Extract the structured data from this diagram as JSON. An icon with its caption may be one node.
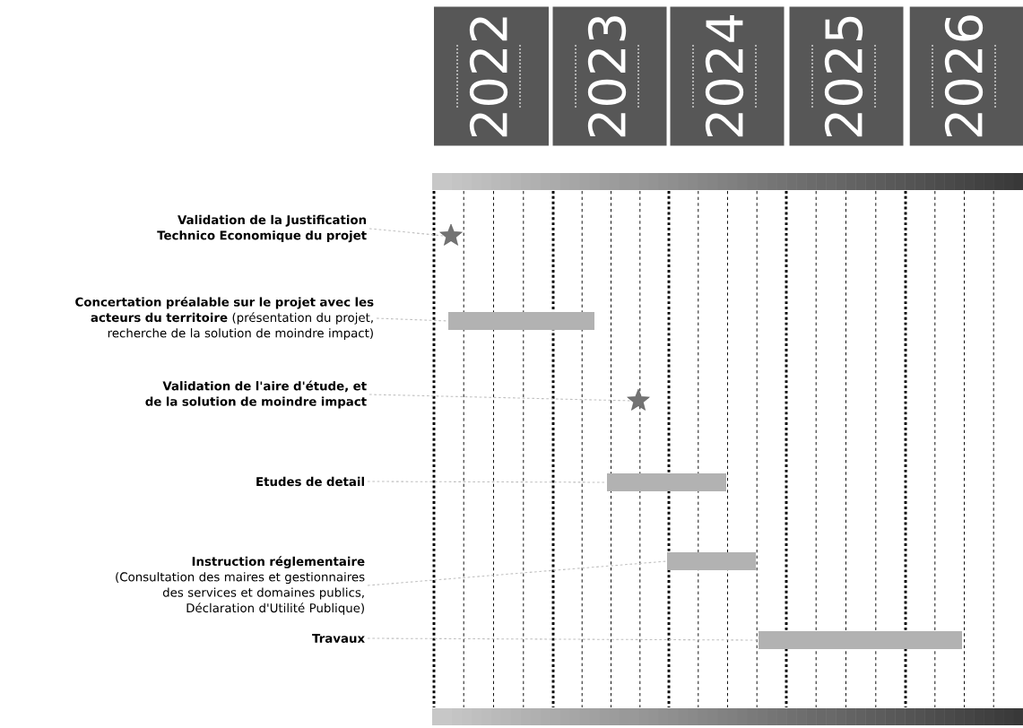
{
  "diagram": {
    "nodes": [
      {
        "text": [
          "2022"
        ]
      },
      {
        "text": [
          "2023"
        ]
      },
      {
        "text": [
          "2024"
        ]
      },
      {
        "text": [
          "2025"
        ]
      },
      {
        "text": [
          "2026"
        ]
      },
      {
        "text": [
          "Validation de la Justification Technico Economique du projet"
        ]
      },
      {
        "text": [
          "**Concertation préalable sur le projet avec les acteurs du territoire** (présentation du projet, recherche de la solution de moindre impact)"
        ]
      },
      {
        "text": [
          "Validation de l'aire d'étude, et de la solution de moindre impact"
        ]
      },
      {
        "text": [
          "Etudes de detail"
        ]
      },
      {
        "text": [
          "Instruction réglementaire",
          "(Consultation des maires et gestionnaires des services et domaines publics, Déclaration d'Utilité Publique)"
        ]
      },
      {
        "text": [
          "Travaux"
        ]
      },
      {
        "text": [],
        "shape": "star"
      },
      {
        "text": [],
        "shape": "bar"
      },
      {
        "text": [],
        "shape": "star"
      },
      {
        "text": [],
        "shape": "bar"
      },
      {
        "text": [],
        "shape": "bar"
      },
      {
        "text": [],
        "shape": "bar"
      }
    ],
    "edges": [
      {
        "from": 5,
        "to": 11,
        "arrow": "none"
      },
      {
        "from": 6,
        "to": 12,
        "arrow": "none"
      },
      {
        "from": 7,
        "to": 13,
        "arrow": "none"
      },
      {
        "from": 8,
        "to": 14,
        "arrow": "none"
      },
      {
        "from": 9,
        "to": 15,
        "arrow": "none"
      },
      {
        "from": 10,
        "to": 16,
        "arrow": "none"
      }
    ]
  }
}
